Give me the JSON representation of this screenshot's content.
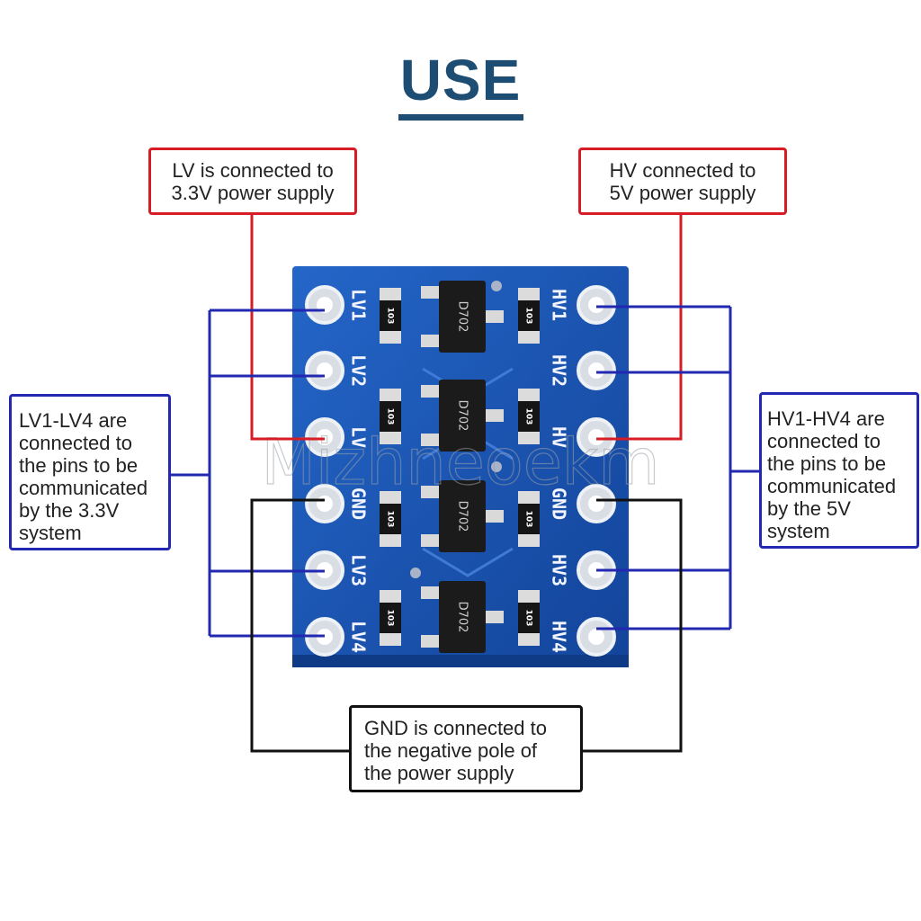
{
  "title": "USE",
  "watermark": "Mizhneoekm",
  "colors": {
    "title": "#1d4d72",
    "pcb": "#1a56b8",
    "red_wire": "#d61c25",
    "blue_wire": "#2228b0",
    "black_wire": "#111111"
  },
  "callouts": {
    "lv": [
      "LV is connected to",
      "3.3V power supply"
    ],
    "hv": [
      "HV connected to",
      "5V power supply"
    ],
    "lv14": [
      "LV1-LV4 are",
      "connected to",
      "the pins to be",
      "communicated",
      "by the 3.3V",
      "system"
    ],
    "hv14": [
      "HV1-HV4 are",
      "connected to",
      "the pins to be",
      "communicated",
      "by the 5V",
      "system"
    ],
    "gnd": [
      "GND is connected to",
      "the negative pole of",
      "the power supply"
    ]
  },
  "board": {
    "left_pins": [
      "LV1",
      "LV2",
      "LV",
      "GND",
      "LV3",
      "LV4"
    ],
    "right_pins": [
      "HV1",
      "HV2",
      "HV",
      "GND",
      "HV3",
      "HV4"
    ],
    "transistor_marking": "D702",
    "resistor_marking": "103"
  }
}
